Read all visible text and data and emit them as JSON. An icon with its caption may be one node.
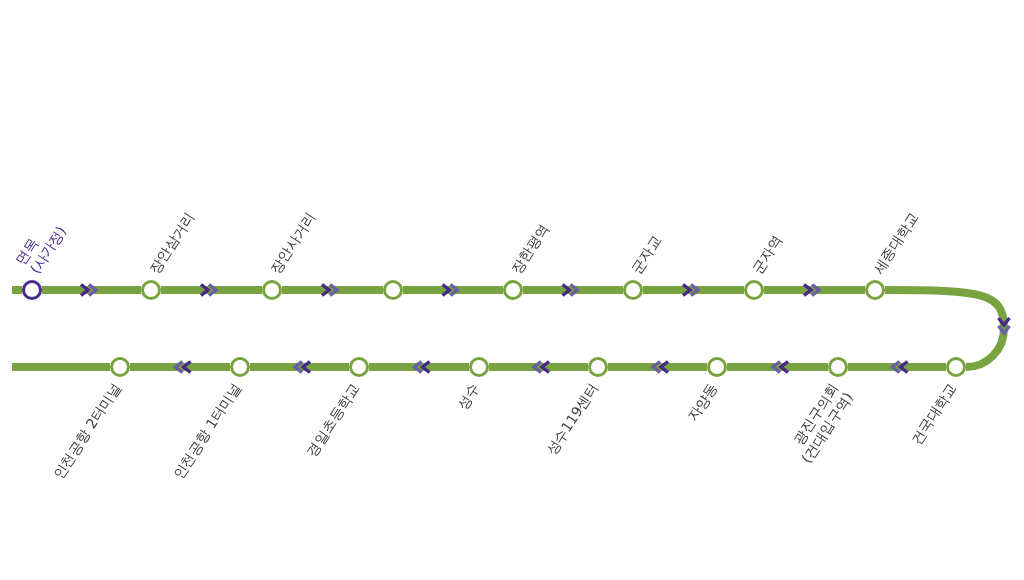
{
  "diagram": {
    "nodes": [
      {
        "text": [
          "면목 (사가정)"
        ]
      },
      {
        "text": [
          "장안삼거리"
        ]
      },
      {
        "text": [
          "장안사거리"
        ]
      },
      {
        "text": [],
        "shape": "circle"
      },
      {
        "text": [
          "장한평역"
        ]
      },
      {
        "text": [
          "군자교"
        ]
      },
      {
        "text": [
          "군자역"
        ]
      },
      {
        "text": [
          "세종대학교"
        ]
      },
      {
        "text": [
          "건국대학교"
        ]
      },
      {
        "text": [
          "광진구의회 (건대입구역)"
        ]
      },
      {
        "text": [
          "자양동"
        ]
      },
      {
        "text": [
          "성수119센터"
        ]
      },
      {
        "text": [
          "성수"
        ]
      },
      {
        "text": [
          "경일초등학교"
        ]
      },
      {
        "text": [
          "인천공항 1터미널"
        ]
      },
      {
        "text": [
          "인천공항 2터미널"
        ]
      }
    ],
    "edges": [
      {
        "from": null,
        "to": 0,
        "arrow": "none"
      },
      {
        "from": 0,
        "to": 1,
        "arrow": "to"
      },
      {
        "from": 1,
        "to": 2,
        "arrow": "to"
      },
      {
        "from": 2,
        "to": 3,
        "arrow": "to"
      },
      {
        "from": 3,
        "to": 4,
        "arrow": "to"
      },
      {
        "from": 4,
        "to": 5,
        "arrow": "to"
      },
      {
        "from": 5,
        "to": 6,
        "arrow": "to"
      },
      {
        "from": 6,
        "to": 7,
        "arrow": "to"
      },
      {
        "from": 7,
        "to": 8,
        "arrow": "to"
      },
      {
        "from": 8,
        "to": 9,
        "arrow": "to"
      },
      {
        "from": 9,
        "to": 10,
        "arrow": "to"
      },
      {
        "from": 10,
        "to": 11,
        "arrow": "to"
      },
      {
        "from": 11,
        "to": 12,
        "arrow": "to"
      },
      {
        "from": 12,
        "to": 13,
        "arrow": "to"
      },
      {
        "from": 13,
        "to": 14,
        "arrow": "to"
      },
      {
        "from": 14,
        "to": 15,
        "arrow": "to"
      },
      {
        "from": 15,
        "to": null,
        "arrow": "none"
      }
    ]
  }
}
